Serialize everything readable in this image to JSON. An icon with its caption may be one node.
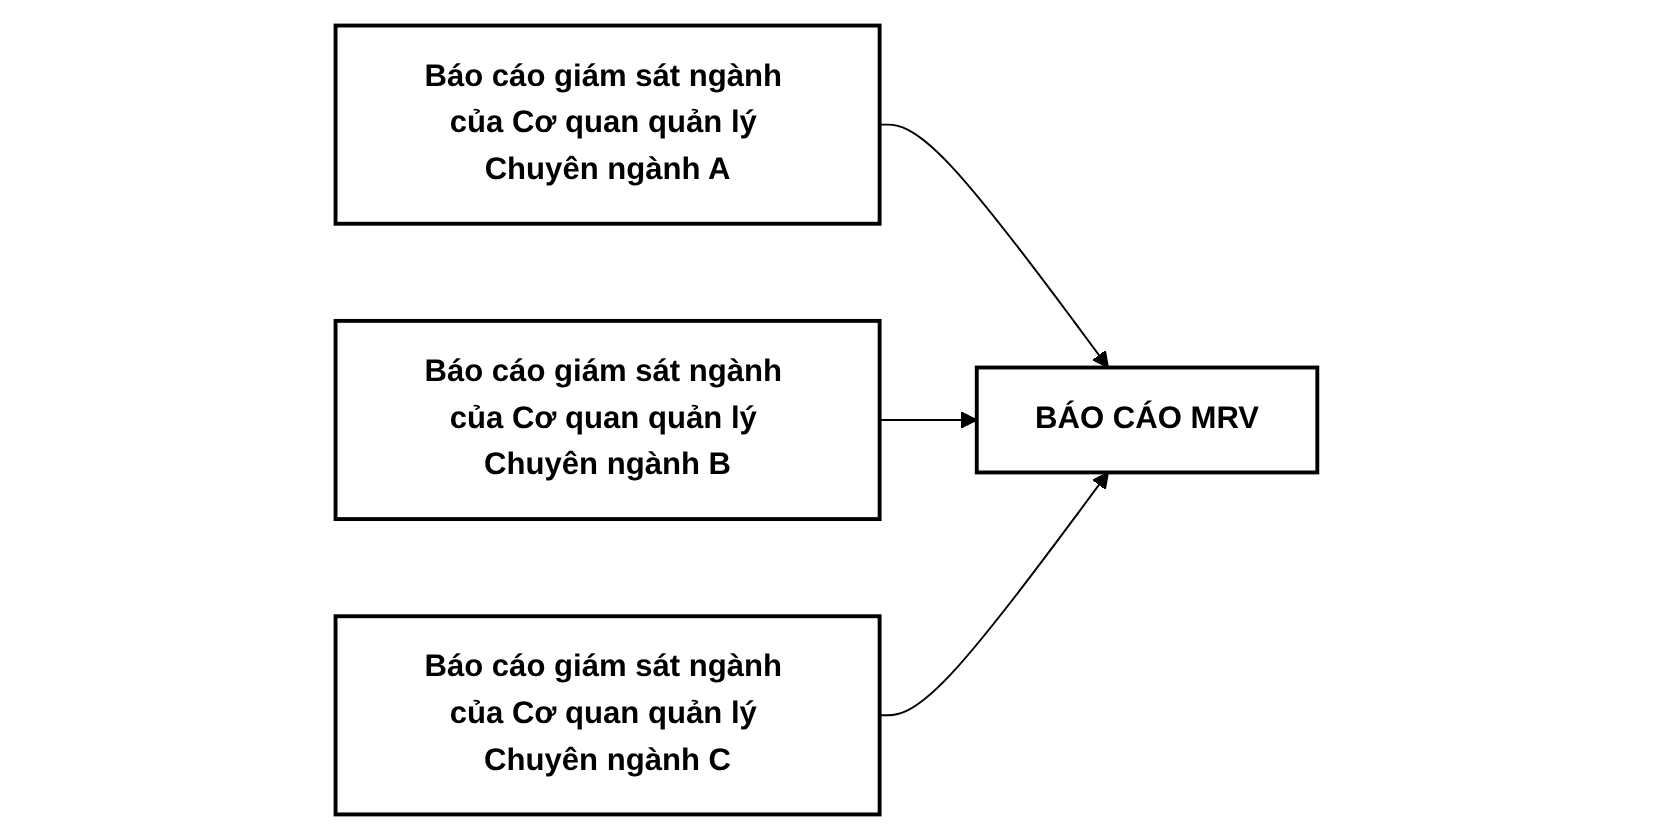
{
  "diagram": {
    "nodes": [
      {
        "text": [
          "Báo cáo giám sát ngành của Cơ quan quản lý Chuyên ngành A"
        ]
      },
      {
        "text": [
          "Báo cáo giám sát ngành của Cơ quan quản lý Chuyên ngành B"
        ]
      },
      {
        "text": [
          "Báo cáo giám sát ngành của Cơ quan quản lý Chuyên ngành C"
        ]
      },
      {
        "text": [
          "BÁO CÁO MRV"
        ]
      }
    ],
    "edges": [
      {
        "from": 0,
        "to": 3,
        "arrow": "to"
      },
      {
        "from": 1,
        "to": 3,
        "arrow": "to"
      },
      {
        "from": 2,
        "to": 3,
        "arrow": "to"
      }
    ]
  }
}
